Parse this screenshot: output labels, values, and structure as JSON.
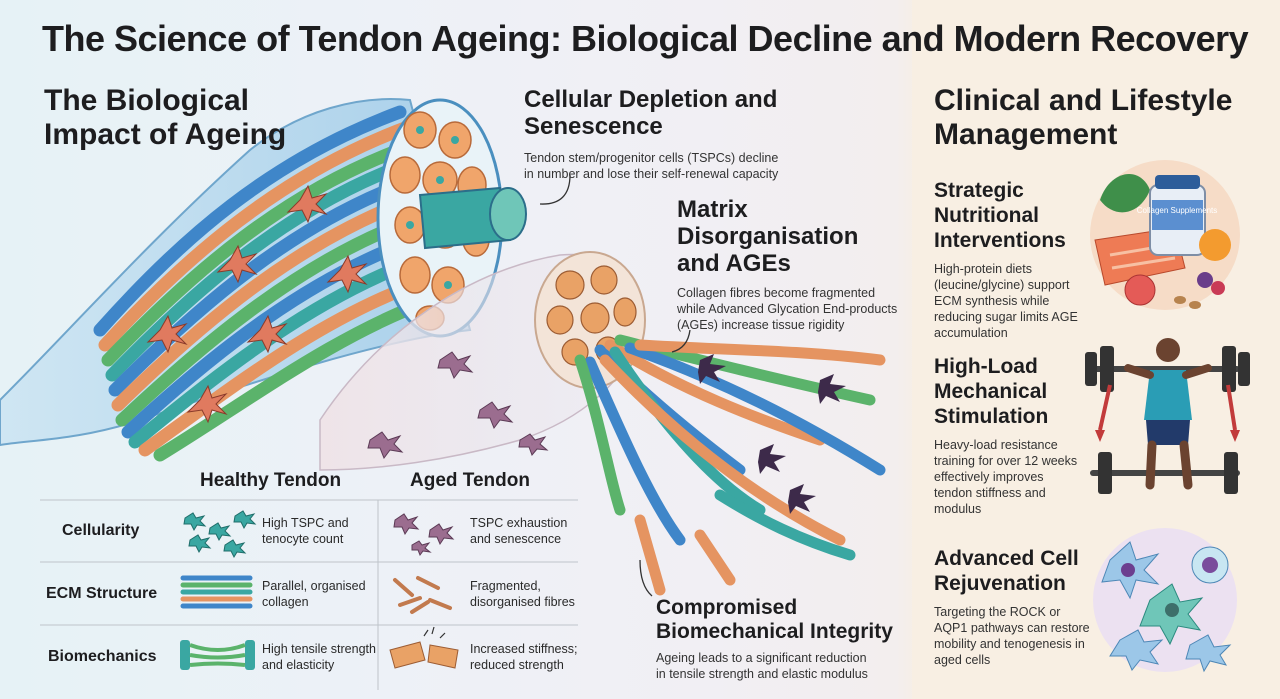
{
  "title": "The Science of Tendon Ageing: Biological Decline and Modern Recovery",
  "left": {
    "heading": "The Biological Impact of Ageing"
  },
  "callouts": {
    "cellular": {
      "heading": "Cellular Depletion and Senescence",
      "text": "Tendon stem/progenitor cells (TSPCs) decline in number and lose their self-renewal capacity"
    },
    "matrix": {
      "heading": "Matrix Disorganisation and AGEs",
      "text": "Collagen fibres become fragmented while Advanced Glycation End-products (AGEs) increase tissue rigidity"
    },
    "biomech": {
      "heading": "Compromised Biomechanical Integrity",
      "text": "Ageing leads to a significant reduction in tensile strength and elastic modulus"
    }
  },
  "table": {
    "col_healthy": "Healthy Tendon",
    "col_aged": "Aged Tendon",
    "rows": [
      {
        "label": "Cellularity",
        "healthy": "High TSPC and tenocyte count",
        "aged": "TSPC exhaustion and senescence"
      },
      {
        "label": "ECM Structure",
        "healthy": "Parallel, organised collagen",
        "aged": "Fragmented, disorganised fibres"
      },
      {
        "label": "Biomechanics",
        "healthy": "High tensile strength and elasticity",
        "aged": "Increased stiffness; reduced strength"
      }
    ]
  },
  "right": {
    "heading": "Clinical and Lifestyle Management",
    "items": [
      {
        "heading": "Strategic Nutritional Interventions",
        "text": "High-protein diets (leucine/glycine) support ECM synthesis while reducing sugar limits AGE accumulation"
      },
      {
        "heading": "High-Load Mechanical Stimulation",
        "text": "Heavy-load resistance training for over 12 weeks effectively improves tendon stiffness and modulus"
      },
      {
        "heading": "Advanced Cell Rejuvenation",
        "text": "Targeting the ROCK or AQP1 pathways can restore mobility and tenogenesis in aged cells"
      }
    ]
  },
  "jar_label": "Collagen Supplements",
  "colors": {
    "blue": "#3f86c9",
    "teal": "#3aa7a2",
    "green": "#5bb36b",
    "orange": "#e59461",
    "purple": "#7b5a8c"
  }
}
